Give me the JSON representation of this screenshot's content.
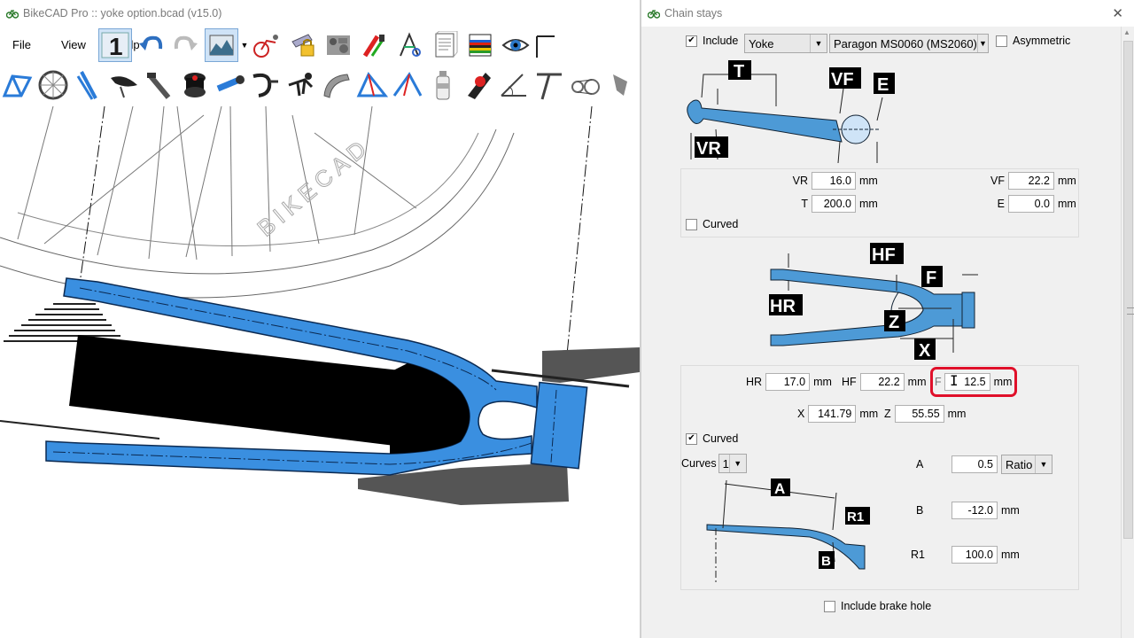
{
  "main_window": {
    "title": "BikeCAD Pro :: yoke option.bcad (v15.0)",
    "menu": {
      "file": "File",
      "view": "View",
      "help": "Help"
    },
    "watermark": "BIKECAD"
  },
  "panel": {
    "title": "Chain stays",
    "include_label": "Include",
    "include_checked": true,
    "type_select": "Yoke",
    "part_select": "Paragon MS0060 (MS2060)",
    "asymmetric_label": "Asymmetric",
    "diagram1_labels": {
      "t": "T",
      "vf": "VF",
      "e": "E",
      "vr": "VR"
    },
    "vr": {
      "label": "VR",
      "value": "16.0",
      "unit": "mm"
    },
    "vf": {
      "label": "VF",
      "value": "22.2",
      "unit": "mm"
    },
    "t": {
      "label": "T",
      "value": "200.0",
      "unit": "mm"
    },
    "e": {
      "label": "E",
      "value": "0.0",
      "unit": "mm"
    },
    "curved1_label": "Curved",
    "diagram2_labels": {
      "hf": "HF",
      "f": "F",
      "hr": "HR",
      "z": "Z",
      "x": "X"
    },
    "hr": {
      "label": "HR",
      "value": "17.0",
      "unit": "mm"
    },
    "hf": {
      "label": "HF",
      "value": "22.2",
      "unit": "mm"
    },
    "f": {
      "label": "F",
      "value": "12.5",
      "unit": "mm"
    },
    "x": {
      "label": "X",
      "value": "141.79",
      "unit": "mm"
    },
    "z": {
      "label": "Z",
      "value": "55.55",
      "unit": "mm"
    },
    "curved2_label": "Curved",
    "curves_label": "Curves",
    "curves_value": "1",
    "diagram3_labels": {
      "a": "A",
      "r1": "R1",
      "b": "B"
    },
    "a": {
      "label": "A",
      "value": "0.5",
      "mode": "Ratio"
    },
    "b": {
      "label": "B",
      "value": "-12.0",
      "unit": "mm"
    },
    "r1": {
      "label": "R1",
      "value": "100.0",
      "unit": "mm"
    },
    "brake_hole_label": "Include brake hole"
  },
  "colors": {
    "stay_blue": "#3a8fe0",
    "highlight_red": "#e0102a"
  }
}
